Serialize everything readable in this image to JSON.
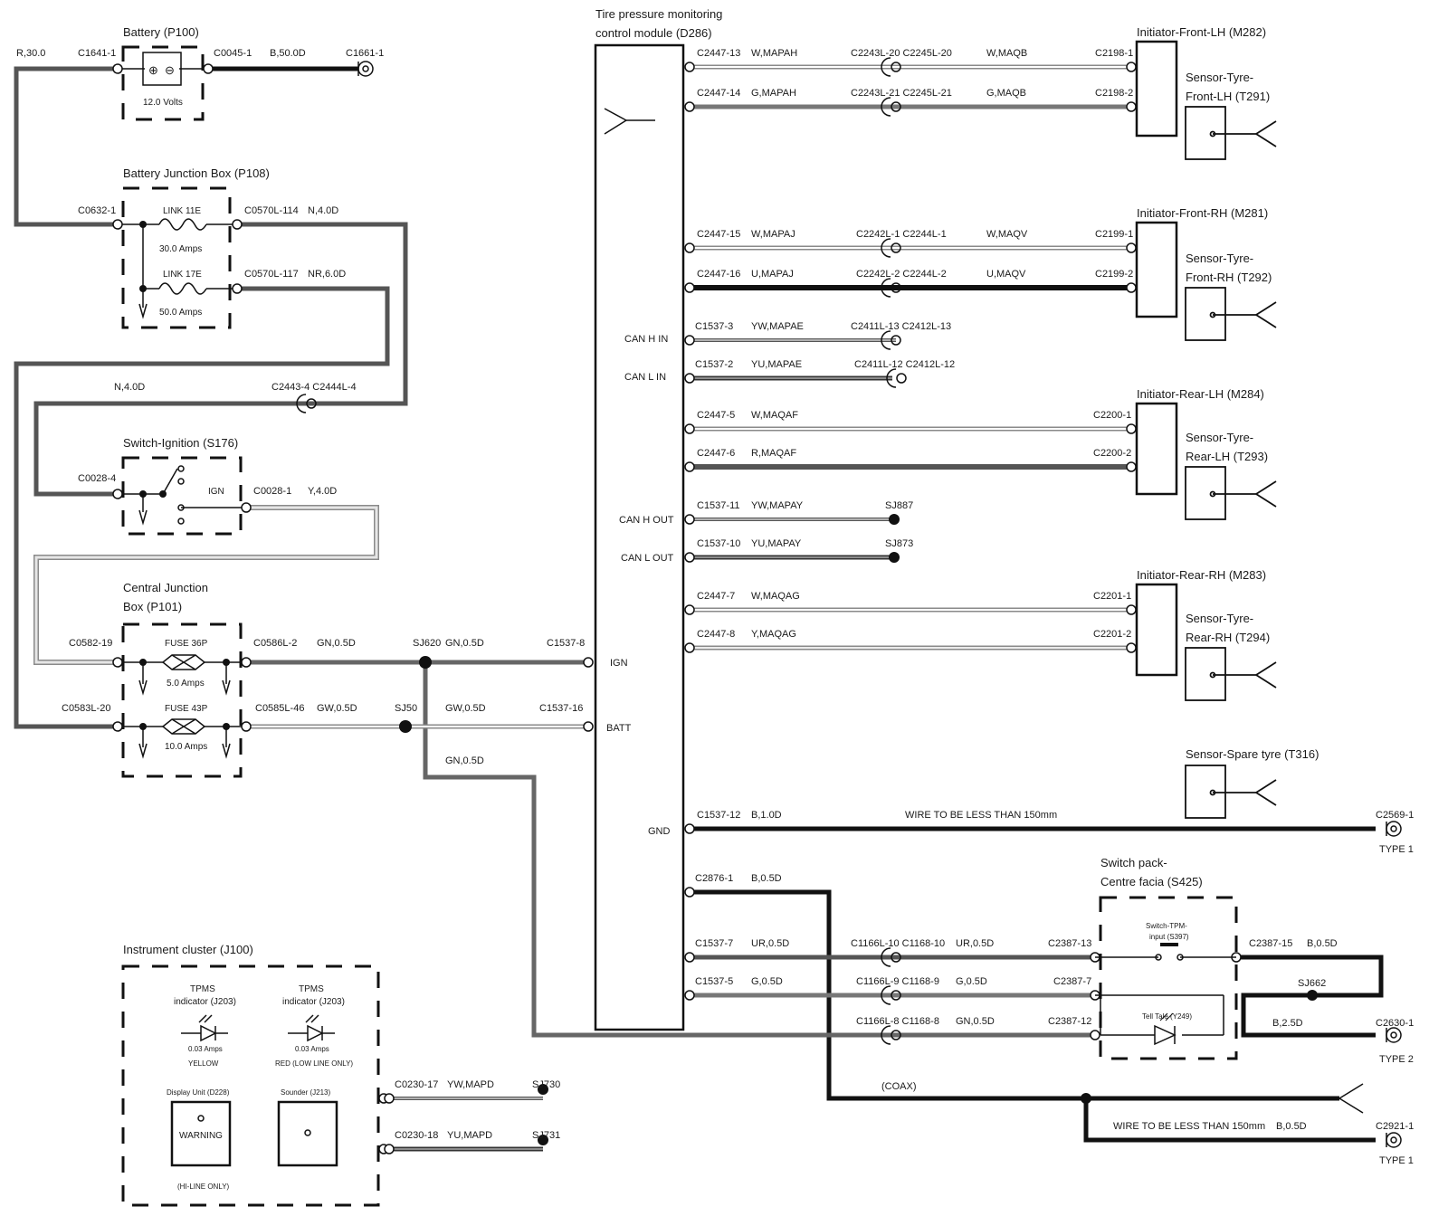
{
  "colors": {
    "wire_black": "#111111",
    "wire_dark_grey": "#555555",
    "wire_mid_grey": "#7a7a7a",
    "wire_light": "#ffffff",
    "wire_light_outline": "#8a8a8a",
    "background": "#ffffff"
  },
  "module": {
    "title_line1": "Tire pressure monitoring",
    "title_line2": "control module (D286)",
    "pins": {
      "can_h_in": "CAN H IN",
      "can_l_in": "CAN L IN",
      "can_h_out": "CAN H OUT",
      "can_l_out": "CAN L OUT",
      "ign": "IGN",
      "batt": "BATT",
      "gnd": "GND"
    }
  },
  "battery": {
    "title": "Battery (P100)",
    "volts": "12.0 Volts",
    "left_wire": "R,30.0",
    "left_conn": "C1641-1",
    "right_conn": "C0045-1",
    "right_wire": "B,50.0D",
    "ground_conn": "C1661-1"
  },
  "bjb": {
    "title": "Battery Junction Box (P108)",
    "in_conn": "C0632-1",
    "link1": "LINK 11E",
    "link1_amps": "30.0 Amps",
    "link1_conn": "C0570L-114",
    "link1_wire": "N,4.0D",
    "link2": "LINK 17E",
    "link2_amps": "50.0 Amps",
    "link2_conn": "C0570L-117",
    "link2_wire": "NR,6.0D",
    "n_wire": "N,4.0D",
    "inline_conn": "C2443-4 C2444L-4"
  },
  "ignition": {
    "title": "Switch-Ignition (S176)",
    "in_conn": "C0028-4",
    "ign": "IGN",
    "out_conn": "C0028-1",
    "out_wire": "Y,4.0D"
  },
  "cjb": {
    "title_line1": "Central Junction",
    "title_line2": "Box (P101)",
    "in1_conn": "C0582-19",
    "fuse1": "FUSE 36P",
    "fuse1_amps": "5.0 Amps",
    "out1_conn": "C0586L-2",
    "out1_wire": "GN,0.5D",
    "splice1": "SJ620",
    "splice1_wire": "GN,0.5D",
    "ign_conn": "C1537-8",
    "in2_conn": "C0583L-20",
    "fuse2": "FUSE 43P",
    "fuse2_amps": "10.0 Amps",
    "out2_conn": "C0585L-46",
    "out2_wire": "GW,0.5D",
    "splice2": "SJ50",
    "splice2_wire": "GW,0.5D",
    "batt_conn": "C1537-16",
    "down_wire": "GN,0.5D"
  },
  "cluster": {
    "title": "Instrument cluster (J100)",
    "tpms1_l1": "TPMS",
    "tpms1_l2": "indicator (J203)",
    "tpms1_amps": "0.03 Amps",
    "tpms1_color": "YELLOW",
    "tpms2_l1": "TPMS",
    "tpms2_l2": "indicator (J203)",
    "tpms2_amps": "0.03 Amps",
    "tpms2_color": "RED (LOW LINE ONLY)",
    "display": "Display Unit (D228)",
    "warning": "WARNING",
    "hiline": "(HI-LINE ONLY)",
    "sounder": "Sounder (J213)",
    "can1_conn": "C0230-17",
    "can1_wire": "YW,MAPD",
    "can1_splice": "SJ730",
    "can2_conn": "C0230-18",
    "can2_wire": "YU,MAPD",
    "can2_splice": "SJ731"
  },
  "rows": {
    "r1": {
      "c": "C2447-13",
      "w": "W,MAPAH",
      "ic": "C2243L-20 C2245L-20",
      "w2": "W,MAQB",
      "dc": "C2198-1"
    },
    "r2": {
      "c": "C2447-14",
      "w": "G,MAPAH",
      "ic": "C2243L-21 C2245L-21",
      "w2": "G,MAQB",
      "dc": "C2198-2"
    },
    "r3": {
      "c": "C2447-15",
      "w": "W,MAPAJ",
      "ic": "C2242L-1 C2244L-1",
      "w2": "W,MAQV",
      "dc": "C2199-1"
    },
    "r4": {
      "c": "C2447-16",
      "w": "U,MAPAJ",
      "ic": "C2242L-2 C2244L-2",
      "w2": "U,MAQV",
      "dc": "C2199-2"
    },
    "r5": {
      "c": "C1537-3",
      "w": "YW,MAPAE",
      "ic": "C2411L-13 C2412L-13"
    },
    "r6": {
      "c": "C1537-2",
      "w": "YU,MAPAE",
      "ic": "C2411L-12 C2412L-12"
    },
    "r7": {
      "c": "C2447-5",
      "w": "W,MAQAF",
      "dc": "C2200-1"
    },
    "r8": {
      "c": "C2447-6",
      "w": "R,MAQAF",
      "dc": "C2200-2"
    },
    "r9": {
      "c": "C1537-11",
      "w": "YW,MAPAY",
      "sj": "SJ887"
    },
    "r10": {
      "c": "C1537-10",
      "w": "YU,MAPAY",
      "sj": "SJ873"
    },
    "r11": {
      "c": "C2447-7",
      "w": "W,MAQAG",
      "dc": "C2201-1"
    },
    "r12": {
      "c": "C2447-8",
      "w": "Y,MAQAG",
      "dc": "C2201-2"
    }
  },
  "devices": {
    "init_flh": "Initiator-Front-LH (M282)",
    "sens_flh_1": "Sensor-Tyre-",
    "sens_flh_2": "Front-LH (T291)",
    "init_frh": "Initiator-Front-RH (M281)",
    "sens_frh_1": "Sensor-Tyre-",
    "sens_frh_2": "Front-RH (T292)",
    "init_rlh": "Initiator-Rear-LH (M284)",
    "sens_rlh_1": "Sensor-Tyre-",
    "sens_rlh_2": "Rear-LH (T293)",
    "init_rrh": "Initiator-Rear-RH (M283)",
    "sens_rrh_1": "Sensor-Tyre-",
    "sens_rrh_2": "Rear-RH (T294)",
    "spare": "Sensor-Spare tyre (T316)"
  },
  "gnd": {
    "conn": "C1537-12",
    "wire": "B,1.0D",
    "note": "WIRE TO BE LESS THAN 150mm",
    "eye_conn": "C2569-1",
    "type": "TYPE 1"
  },
  "coax": {
    "conn": "C2876-1",
    "wire": "B,0.5D",
    "coax": "(COAX)",
    "note": "WIRE TO BE LESS THAN 150mm",
    "wire2": "B,0.5D",
    "eye_conn": "C2921-1",
    "type": "TYPE 1"
  },
  "switchpack": {
    "title_line1": "Switch pack-",
    "title_line2": "Centre facia (S425)",
    "sw_l1": "Switch-TPM-",
    "sw_l2": "input (S397)",
    "tell": "Tell Tale (Y249)",
    "a_conn": "C1537-7",
    "a_wire": "UR,0.5D",
    "a_ic": "C1166L-10 C1168-10",
    "a_w2": "UR,0.5D",
    "a_dc": "C2387-13",
    "b_conn": "C1537-5",
    "b_wire": "G,0.5D",
    "b_ic": "C1166L-9 C1168-9",
    "b_w2": "G,0.5D",
    "b_dc": "C2387-7",
    "c_ic": "C1166L-8 C1168-8",
    "c_w2": "GN,0.5D",
    "c_dc": "C2387-12",
    "out_conn": "C2387-15",
    "out_wire": "B,0.5D",
    "splice": "SJ662",
    "gwire": "B,2.5D",
    "eye_conn": "C2630-1",
    "type": "TYPE 2"
  }
}
